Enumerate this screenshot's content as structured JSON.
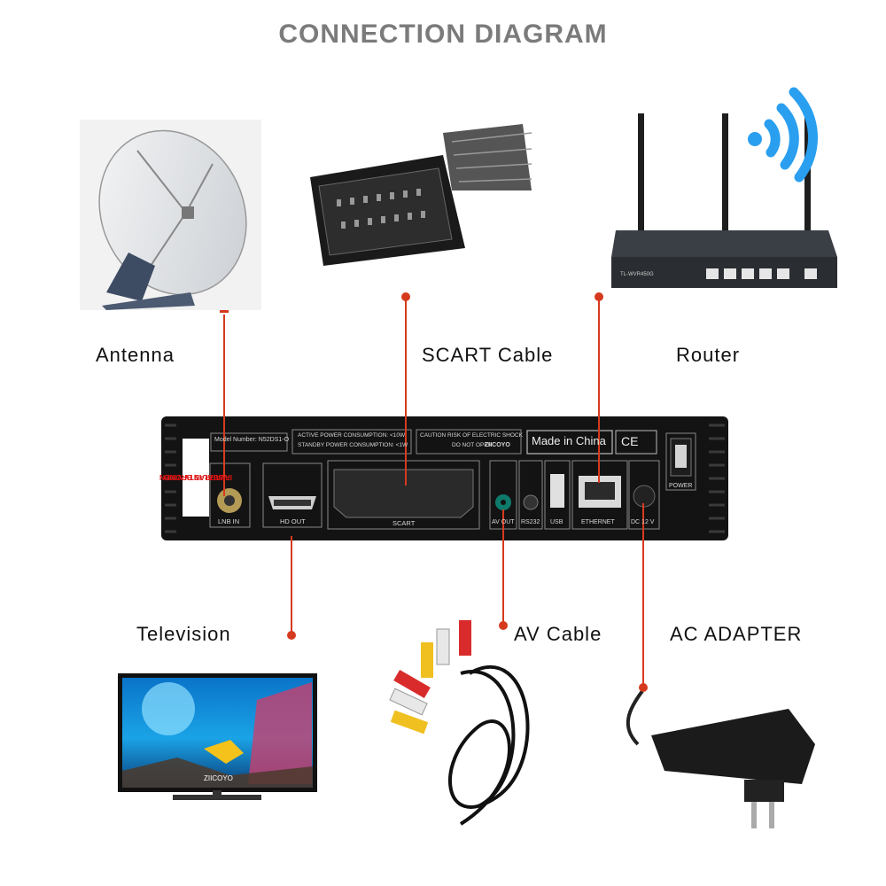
{
  "title": "CONNECTION DIAGRAM",
  "labels": {
    "antenna": "Antenna",
    "scart_cable": "SCART Cable",
    "router": "Router",
    "television": "Television",
    "av_cable": "AV Cable",
    "ac_adapter": "AC ADAPTER"
  },
  "receiver": {
    "model": "Model Number:  N52DS1-O",
    "power_active": "ACTIVE POWER CONSUMPTION: <10W",
    "power_standby": "STANDBY POWER CONSUMPTION: <1W",
    "caution": "CAUTION RISK OF ELECTRIC SHOCK",
    "do_not_open": "DO NOT OPEN",
    "brand": "ZIICOYO",
    "made_in": "Made in China",
    "ce_mark": "CE",
    "warranty_1": "WARRANTY VOID",
    "warranty_2": "IF SEAL IS BROKEN",
    "ports": {
      "lnb_in": "LNB IN",
      "hd_out": "HD OUT",
      "scart": "SCART",
      "av_out": "AV OUT",
      "rs232": "RS232",
      "usb": "USB",
      "ethernet": "ETHERNET",
      "dc": "DC 12 V",
      "power": "POWER"
    }
  },
  "router_model": "TL-WVR450G",
  "tv_brand": "ZIICOYO",
  "colors": {
    "connector_line": "#d63a1e",
    "title": "#7b7b7b",
    "wifi": "#2a9ff0"
  }
}
